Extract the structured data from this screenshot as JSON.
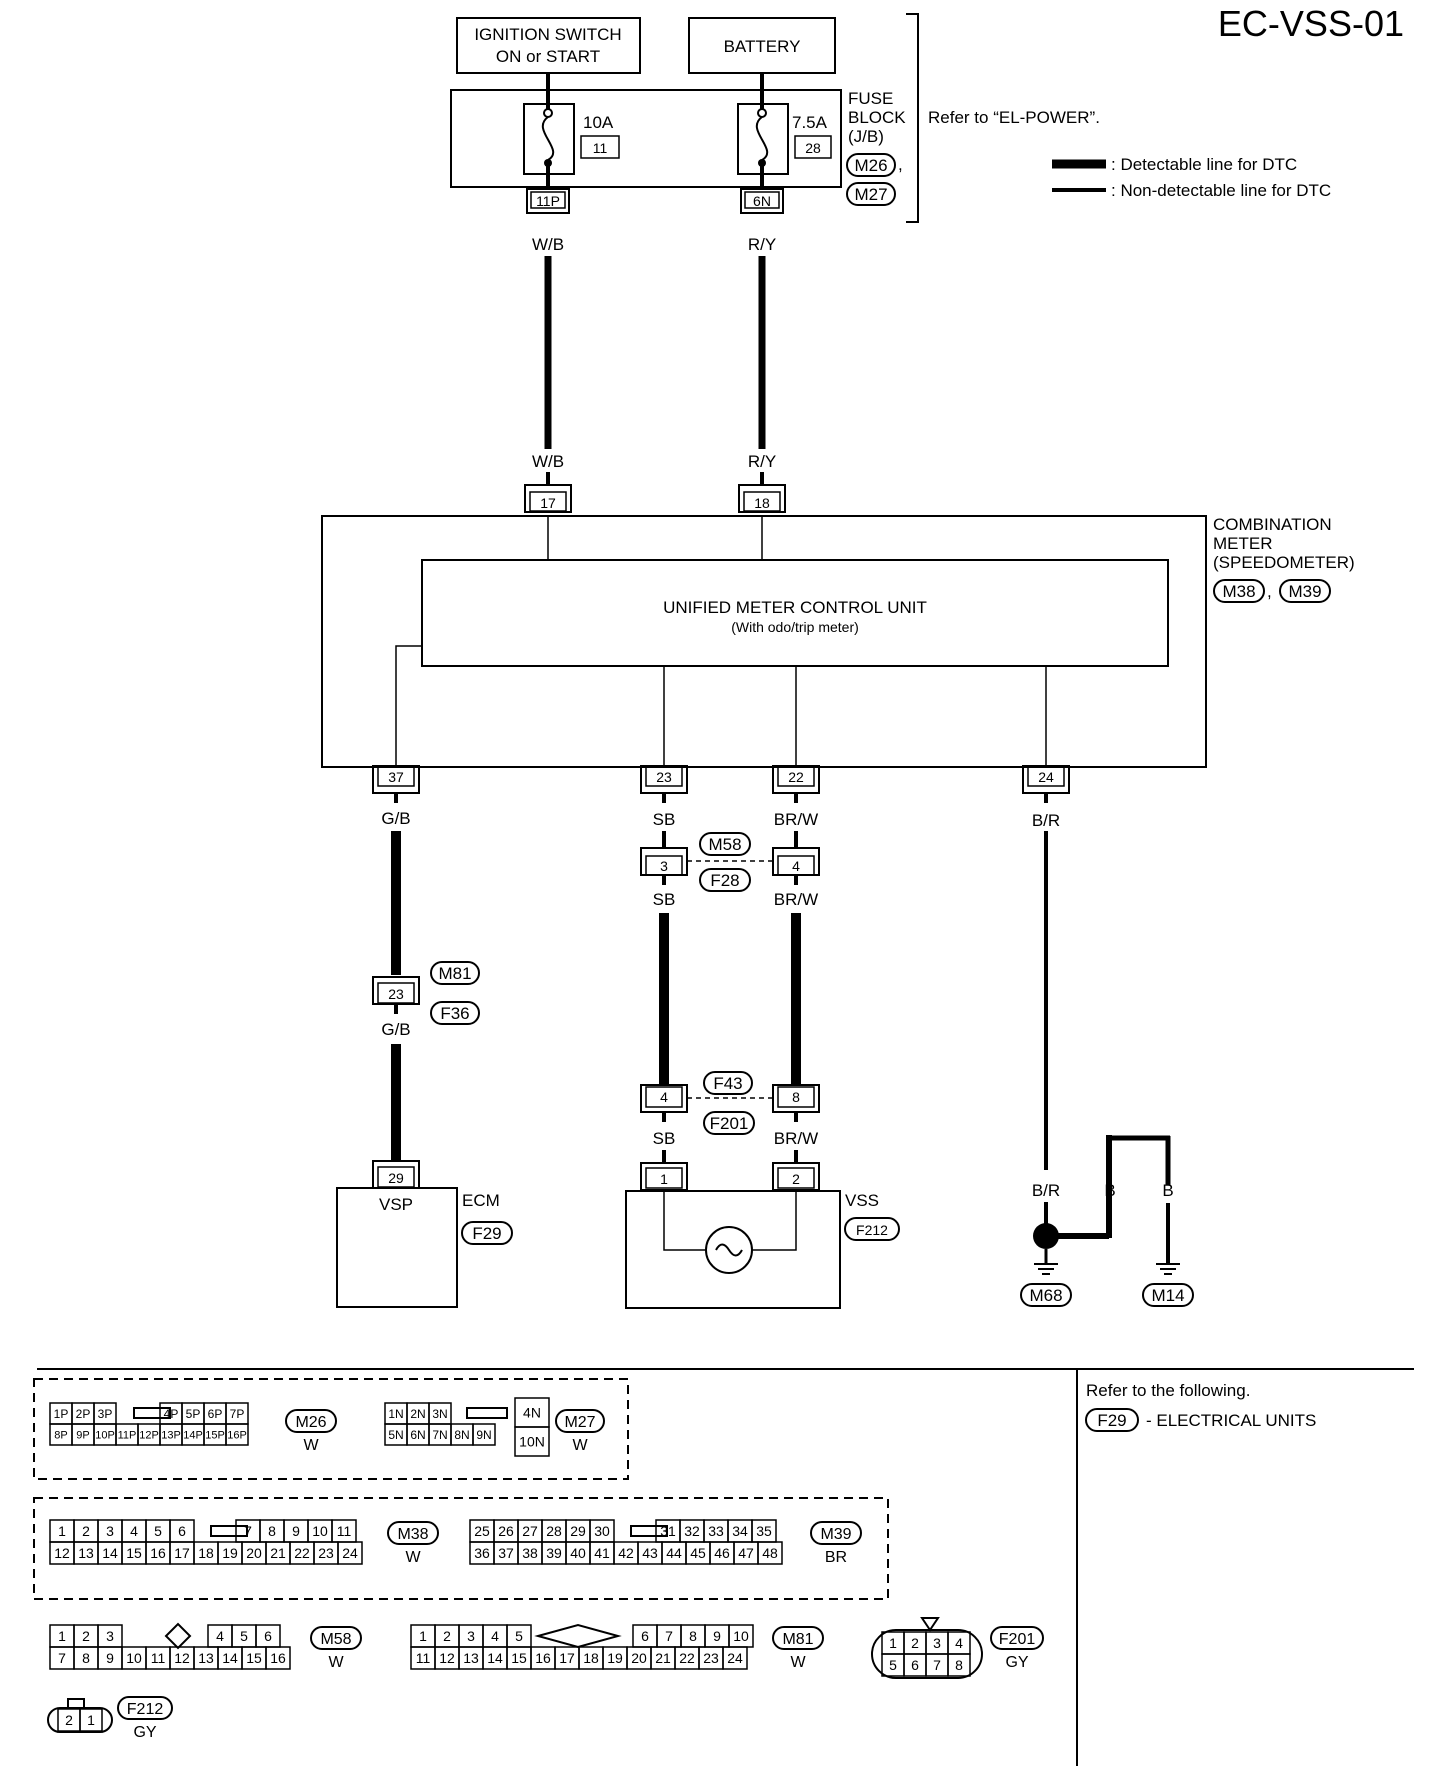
{
  "title": "EC-VSS-01",
  "power": {
    "ign": [
      "IGNITION SWITCH",
      "ON or START"
    ],
    "battery": "BATTERY",
    "fuse1": {
      "amp": "10A",
      "num": "11",
      "term": "11P"
    },
    "fuse2": {
      "amp": "7.5A",
      "num": "28",
      "term": "6N"
    },
    "fuse_block": [
      "FUSE",
      "BLOCK",
      "(J/B)"
    ],
    "fuse_conn1": "M26",
    "fuse_conn1_sep": ",",
    "fuse_conn2": "M27",
    "refer": "Refer to “EL-POWER”."
  },
  "legend": {
    "detectable": ": Detectable line for DTC",
    "nondetectable": ": Non-detectable line for DTC"
  },
  "wires": {
    "wb": "W/B",
    "ry": "R/Y",
    "gb": "G/B",
    "sb": "SB",
    "brw": "BR/W",
    "br": "B/R",
    "b": "B"
  },
  "meter": {
    "name": [
      "COMBINATION",
      "METER",
      "(SPEEDOMETER)"
    ],
    "conn1": "M38",
    "conn2": "M39",
    "conn_sep": ",",
    "unit": "UNIFIED METER CONTROL UNIT",
    "unit_sub": "(With odo/trip meter)",
    "pins_top": [
      "17",
      "18"
    ],
    "pins_bottom": [
      "37",
      "23",
      "22",
      "24"
    ]
  },
  "junctions": {
    "j1": {
      "pins": [
        "3",
        "4"
      ],
      "c1": "M58",
      "c2": "F28"
    },
    "j2": {
      "pin": "23",
      "c1": "M81",
      "c2": "F36"
    },
    "j3": {
      "pins": [
        "4",
        "8"
      ],
      "c1": "F43",
      "c2": "F201"
    }
  },
  "ecm": {
    "pin": "29",
    "label": "VSP",
    "name": "ECM",
    "conn": "F29"
  },
  "vss": {
    "pins": [
      "1",
      "2"
    ],
    "name": "VSS",
    "conn": "F212"
  },
  "grounds": [
    "M68",
    "M14"
  ],
  "connectors": {
    "m26": {
      "row1": [
        "1P",
        "2P",
        "3P",
        "",
        "4P",
        "5P",
        "6P",
        "7P"
      ],
      "row2": [
        "8P",
        "9P",
        "10P",
        "11P",
        "12P",
        "13P",
        "14P",
        "15P",
        "16P"
      ],
      "id": "M26",
      "color": "W"
    },
    "m27": {
      "row1": [
        "1N",
        "2N",
        "3N"
      ],
      "row2": [
        "5N",
        "6N",
        "7N",
        "8N",
        "9N"
      ],
      "side": [
        "4N",
        "10N"
      ],
      "id": "M27",
      "color": "W"
    },
    "m38": {
      "row1": [
        "1",
        "2",
        "3",
        "4",
        "5",
        "6",
        "",
        "7",
        "8",
        "9",
        "10",
        "11"
      ],
      "row2": [
        "12",
        "13",
        "14",
        "15",
        "16",
        "17",
        "18",
        "19",
        "20",
        "21",
        "22",
        "23",
        "24"
      ],
      "id": "M38",
      "color": "W"
    },
    "m39": {
      "row1": [
        "25",
        "26",
        "27",
        "28",
        "29",
        "30",
        "",
        "31",
        "32",
        "33",
        "34",
        "35"
      ],
      "row2": [
        "36",
        "37",
        "38",
        "39",
        "40",
        "41",
        "42",
        "43",
        "44",
        "45",
        "46",
        "47",
        "48"
      ],
      "id": "M39",
      "color": "BR"
    },
    "m58": {
      "row1": [
        "1",
        "2",
        "3",
        "",
        "4",
        "5",
        "6"
      ],
      "row2": [
        "7",
        "8",
        "9",
        "10",
        "11",
        "12",
        "13",
        "14",
        "15",
        "16"
      ],
      "id": "M58",
      "color": "W"
    },
    "m81": {
      "row1": [
        "1",
        "2",
        "3",
        "4",
        "5",
        "",
        "6",
        "7",
        "8",
        "9",
        "10"
      ],
      "row2": [
        "11",
        "12",
        "13",
        "14",
        "15",
        "16",
        "17",
        "18",
        "19",
        "20",
        "21",
        "22",
        "23",
        "24"
      ],
      "id": "M81",
      "color": "W"
    },
    "f201": {
      "row1": [
        "1",
        "2",
        "3",
        "4"
      ],
      "row2": [
        "5",
        "6",
        "7",
        "8"
      ],
      "id": "F201",
      "color": "GY"
    },
    "f212": {
      "pins": [
        "2",
        "1"
      ],
      "id": "F212",
      "color": "GY"
    }
  },
  "refer_box": {
    "line1": "Refer to the following.",
    "conn": "F29",
    "text": "- ELECTRICAL UNITS"
  }
}
